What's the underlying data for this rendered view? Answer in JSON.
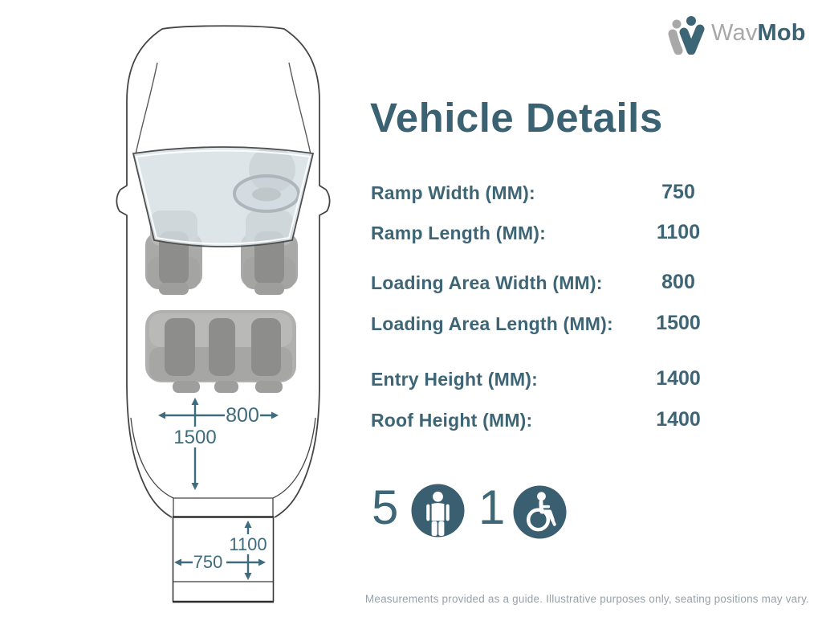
{
  "brand": {
    "name_gray": "Wav",
    "name_teal": "Mob"
  },
  "page": {
    "title": "Vehicle Details",
    "disclaimer": "Measurements provided as a guide. Illustrative purposes only, seating positions may vary."
  },
  "specs": {
    "rows": [
      {
        "label": "Ramp Width (MM):",
        "value": "750"
      },
      {
        "label": "Ramp Length (MM):",
        "value": "1100"
      },
      {
        "label": "Loading Area Width (MM):",
        "value": "800"
      },
      {
        "label": "Loading Area Length (MM):",
        "value": "1500"
      },
      {
        "label": "Entry Height (MM):",
        "value": "1400"
      },
      {
        "label": "Roof Height (MM):",
        "value": "1400"
      }
    ]
  },
  "capacity": {
    "seat_count": "5",
    "wheelchair_count": "1",
    "seat_icon": "person-icon",
    "wheelchair_icon": "wheelchair-icon"
  },
  "diagram": {
    "labels": {
      "loading_area_width_mm": "800",
      "loading_area_length_mm": "1500",
      "ramp_length_mm": "1100",
      "ramp_width_mm": "750"
    }
  },
  "colors": {
    "teal_text": "#3E6575",
    "teal_arrow": "#3F6C7D",
    "badge_teal": "#3A5F70",
    "logo_gray": "#A8A8A8",
    "disclaimer_gray": "#96A2AA"
  }
}
